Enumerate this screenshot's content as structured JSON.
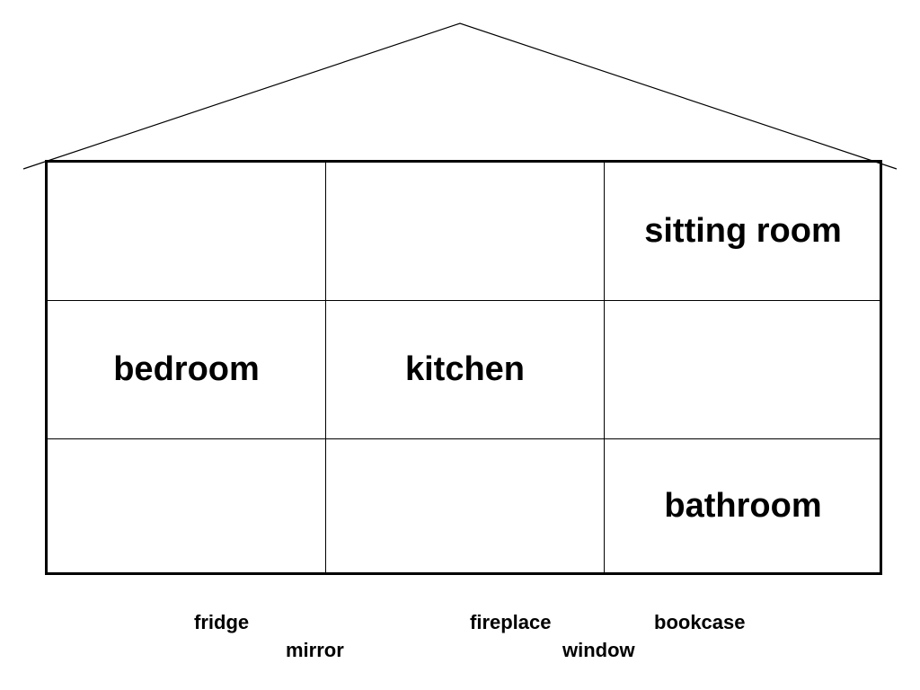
{
  "house": {
    "rooms": [
      {
        "label": ""
      },
      {
        "label": ""
      },
      {
        "label": "sitting room"
      },
      {
        "label": "bedroom"
      },
      {
        "label": "kitchen"
      },
      {
        "label": ""
      },
      {
        "label": ""
      },
      {
        "label": ""
      },
      {
        "label": "bathroom"
      }
    ]
  },
  "word_bank": {
    "fridge": "fridge",
    "mirror": "mirror",
    "fireplace": "fireplace",
    "window": "window",
    "bookcase": "bookcase"
  },
  "colors": {
    "line": "#000000",
    "background": "#ffffff"
  }
}
